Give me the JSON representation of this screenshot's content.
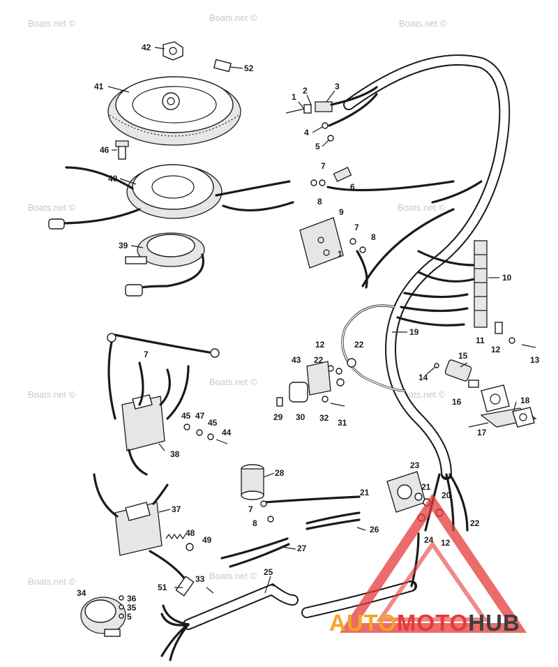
{
  "watermark_text": "Boats.net ©",
  "logo": {
    "part1": "AUTO",
    "part2": "MOTO",
    "part3": "HUB",
    "color_orange": "#f5a623",
    "color_red": "#e63a3a",
    "color_dark": "#3d3d3d"
  },
  "labels": {
    "p1": "1",
    "p1b": "1",
    "p2": "2",
    "p3": "3",
    "p4": "4",
    "p5": "5",
    "p5b": "5",
    "p6": "6",
    "p7a": "7",
    "p7b": "7",
    "p7c": "7",
    "p7d": "7",
    "p8a": "8",
    "p8b": "8",
    "p8c": "8",
    "p9": "9",
    "p10": "10",
    "p11": "11",
    "p12a": "12",
    "p12b": "12",
    "p12c": "12",
    "p13": "13",
    "p14": "14",
    "p15": "15",
    "p16": "16",
    "p17": "17",
    "p18": "18",
    "p19": "19",
    "p20": "20",
    "p21a": "21",
    "p21b": "21",
    "p22a": "22",
    "p22b": "22",
    "p22c": "22",
    "p23": "23",
    "p24": "24",
    "p25": "25",
    "p26": "26",
    "p27": "27",
    "p28": "28",
    "p29": "29",
    "p30": "30",
    "p31": "31",
    "p32": "32",
    "p33": "33",
    "p34": "34",
    "p35": "35",
    "p36": "36",
    "p37": "37",
    "p38": "38",
    "p39": "39",
    "p40": "40",
    "p41": "41",
    "p42": "42",
    "p43": "43",
    "p44": "44",
    "p45a": "45",
    "p45b": "45",
    "p46": "46",
    "p47": "47",
    "p48": "48",
    "p49": "49",
    "p51": "51",
    "p52": "52"
  }
}
